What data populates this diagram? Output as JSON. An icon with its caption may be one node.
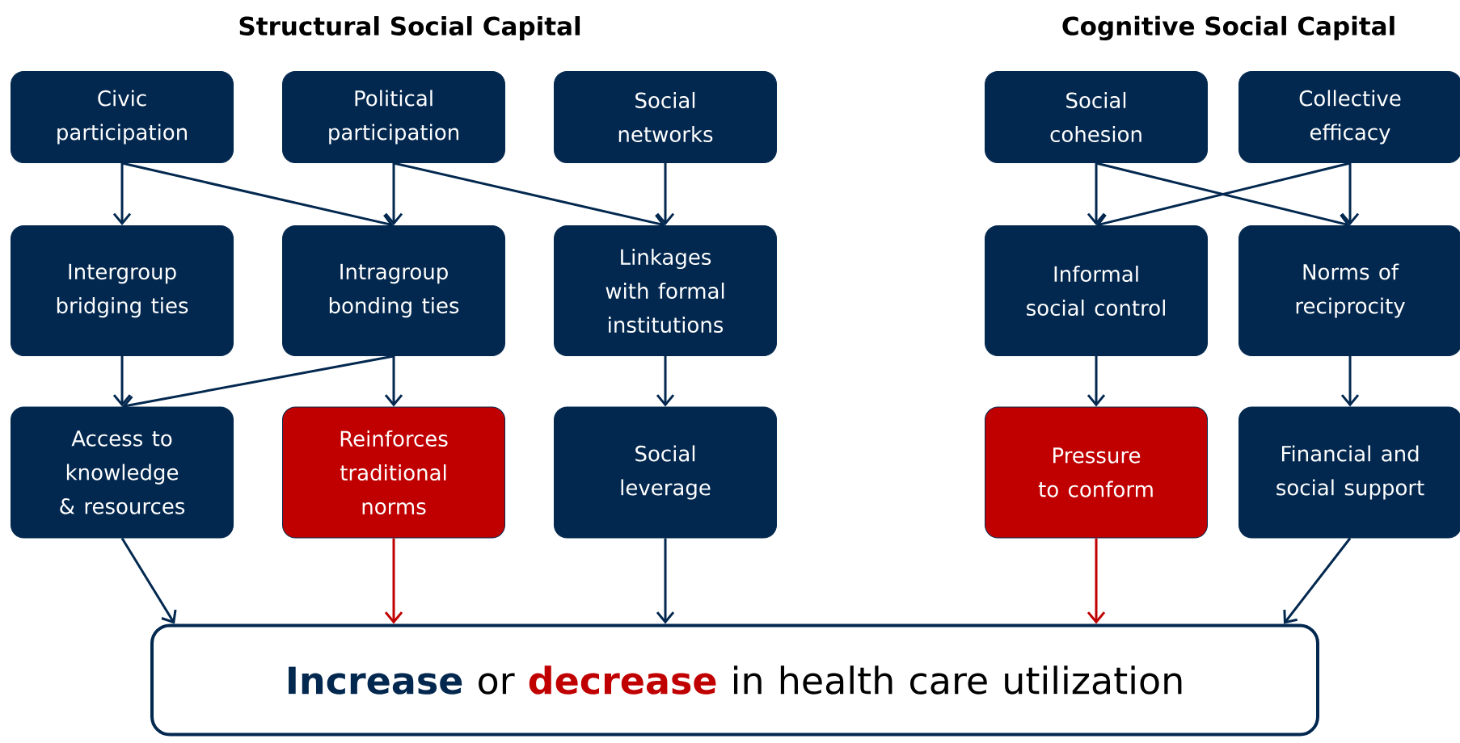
{
  "diagram": {
    "nodes": [
      {
        "text": [
          "Civic participation"
        ]
      },
      {
        "text": [
          "Political participation"
        ]
      },
      {
        "text": [
          "Social networks"
        ]
      },
      {
        "text": [
          "Social cohesion"
        ]
      },
      {
        "text": [
          "Collective efficacy"
        ]
      },
      {
        "text": [
          "Intergroup bridging ties"
        ]
      },
      {
        "text": [
          "Intragroup bonding ties"
        ]
      },
      {
        "text": [
          "Linkages with formal institutions"
        ]
      },
      {
        "text": [
          "Informal social control"
        ]
      },
      {
        "text": [
          "Norms of reciprocity"
        ]
      },
      {
        "text": [
          "Access to knowledge & resources"
        ]
      },
      {
        "text": [
          "Reinforces traditional norms"
        ]
      },
      {
        "text": [
          "Social leverage"
        ]
      },
      {
        "text": [
          "Pressure to conform"
        ]
      },
      {
        "text": [
          "Financial and social support"
        ]
      },
      {
        "text": [
          "**Increase** or **decrease** in health care utilization"
        ]
      }
    ],
    "edges": [
      {
        "from": 0,
        "to": 5,
        "arrow": "to"
      },
      {
        "from": 0,
        "to": 6,
        "arrow": "to"
      },
      {
        "from": 1,
        "to": 6,
        "arrow": "to"
      },
      {
        "from": 1,
        "to": 7,
        "arrow": "to"
      },
      {
        "from": 2,
        "to": 7,
        "arrow": "to"
      },
      {
        "from": 3,
        "to": 8,
        "arrow": "to"
      },
      {
        "from": 3,
        "to": 9,
        "arrow": "to"
      },
      {
        "from": 4,
        "to": 8,
        "arrow": "to"
      },
      {
        "from": 4,
        "to": 9,
        "arrow": "to"
      },
      {
        "from": 5,
        "to": 10,
        "arrow": "to"
      },
      {
        "from": 6,
        "to": 10,
        "arrow": "to"
      },
      {
        "from": 6,
        "to": 11,
        "arrow": "to"
      },
      {
        "from": 7,
        "to": 12,
        "arrow": "to"
      },
      {
        "from": 8,
        "to": 13,
        "arrow": "to"
      },
      {
        "from": 9,
        "to": 14,
        "arrow": "to"
      },
      {
        "from": 10,
        "to": 15,
        "arrow": "to"
      },
      {
        "from": 11,
        "to": 15,
        "arrow": "to",
        "color": "#c00000"
      },
      {
        "from": 12,
        "to": 15,
        "arrow": "to"
      },
      {
        "from": 13,
        "to": 15,
        "arrow": "to",
        "color": "#c00000"
      },
      {
        "from": 14,
        "to": 15,
        "arrow": "to"
      }
    ],
    "labels": [
      "Structural Social Capital",
      "Cognitive Social Capital"
    ]
  }
}
